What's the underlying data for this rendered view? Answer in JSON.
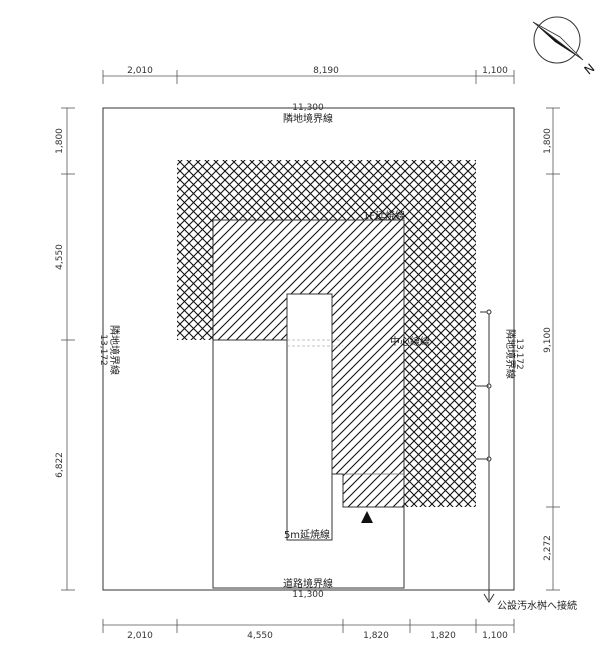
{
  "dimensions": {
    "top": [
      "2,010",
      "8,190",
      "1,100"
    ],
    "bottom": [
      "2,010",
      "4,550",
      "1,820",
      "1,820",
      "1,100"
    ],
    "left": [
      "1,800",
      "4,550",
      "6,822"
    ],
    "right": [
      "1,800",
      "9,100",
      "2,272"
    ],
    "site_width_top": "11,300",
    "site_width_bottom": "11,300",
    "site_depth_left": "13,172",
    "site_depth_right": "13,172"
  },
  "labels": {
    "boundary_top": "隣地境界線",
    "boundary_bottom": "道路境界線",
    "boundary_left": "隣地境界線",
    "boundary_right": "隣地境界線",
    "annex_1": "1F延焼線",
    "annex_2": "中心線線",
    "setback_5m": "5m延焼線",
    "sewer_connection": "公設汚水桝へ接続"
  },
  "compass": {
    "north_label": "N"
  },
  "colors": {
    "line": "#333333",
    "hatch": "#111111"
  }
}
